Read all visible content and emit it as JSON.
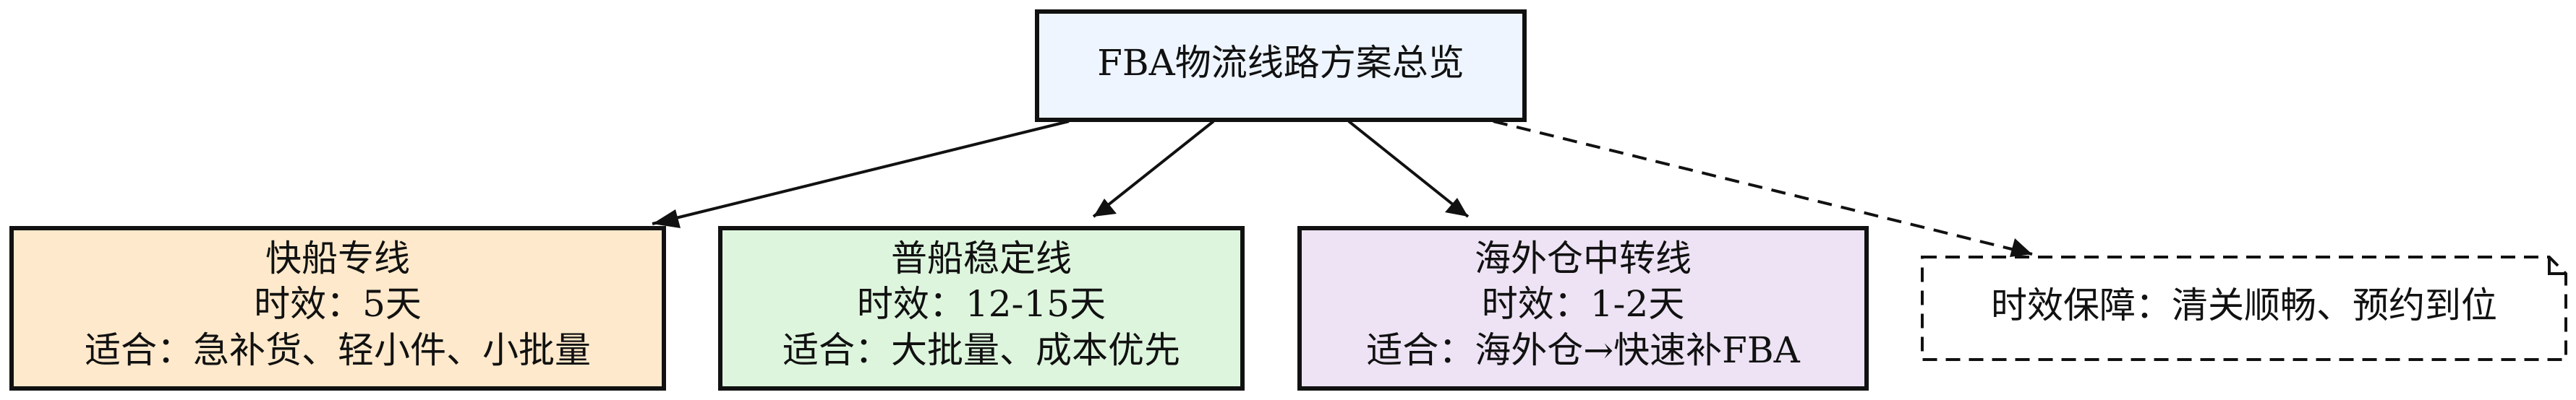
{
  "root": {
    "label": "FBA物流线路方案总览",
    "fill": "#EEF5FF"
  },
  "routes": [
    {
      "lines": [
        "快船专线",
        "时效：5天",
        "适合：急补货、轻小件、小批量"
      ],
      "fill": "#FFE9CC"
    },
    {
      "lines": [
        "普船稳定线",
        "时效：12-15天",
        "适合：大批量、成本优先"
      ],
      "fill": "#DDF5DD"
    },
    {
      "lines": [
        "海外仓中转线",
        "时效：1-2天",
        "适合：海外仓→快速补FBA"
      ],
      "fill": "#EDE3F4"
    }
  ],
  "note": {
    "label": "时效保障：清关顺畅、预约到位"
  },
  "colors": {
    "stroke": "#111111",
    "text": "#111111"
  }
}
